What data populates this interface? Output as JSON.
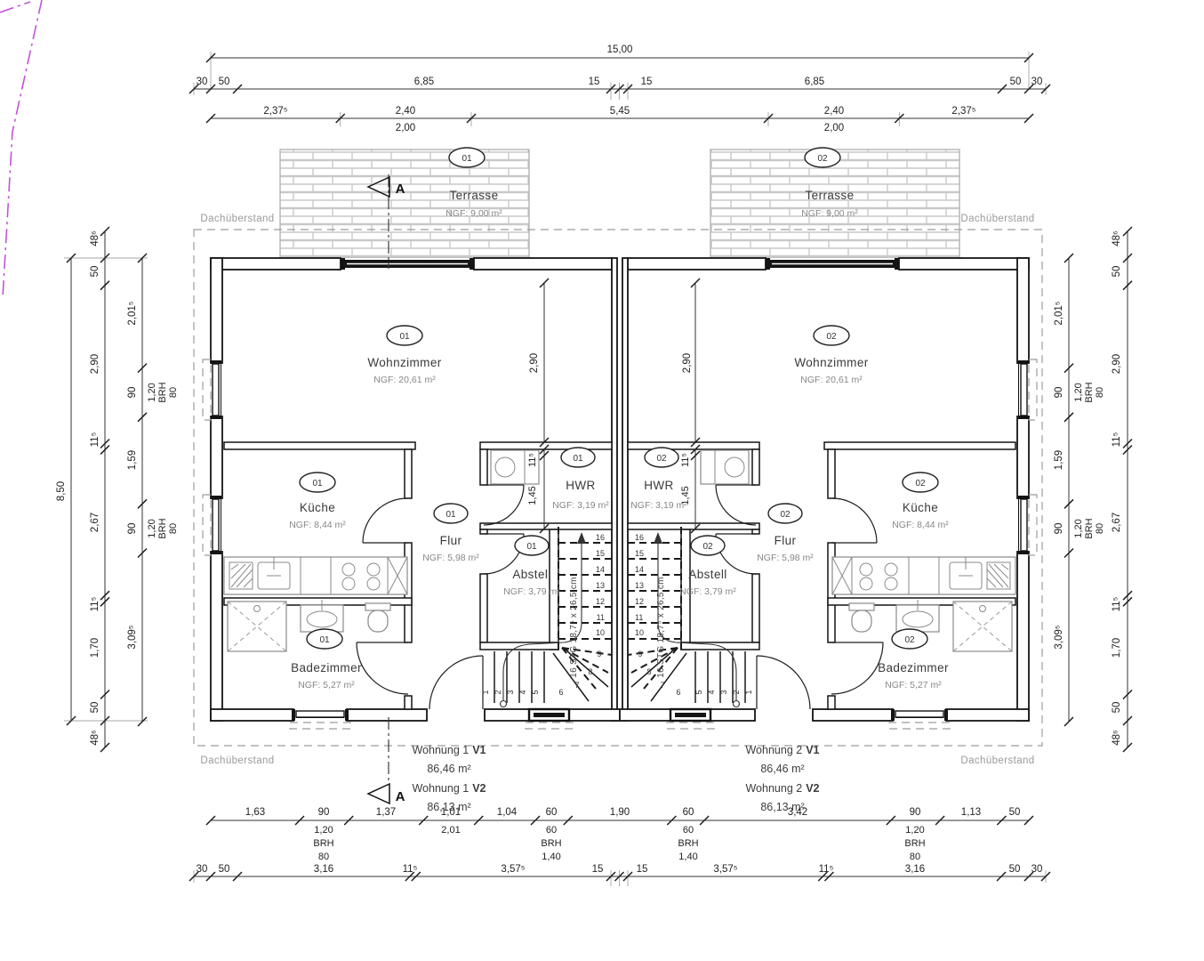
{
  "drawing": {
    "section_label": "A",
    "roof_overhang": "Dachüberstand",
    "stair_note": "16 STG 18,7⁵ x 26,5 cm"
  },
  "dims": {
    "top": {
      "total": "15,00",
      "row2": [
        "30",
        "50",
        "6,85",
        "15",
        "15",
        "6,85",
        "50",
        "30"
      ],
      "row3": [
        "2,37⁵",
        "2,40",
        "5,45",
        "2,40",
        "2,37⁵"
      ],
      "row3_sub": [
        "2,00",
        "2,00"
      ]
    },
    "left": {
      "total": "8,50",
      "outer": [
        "48⁶",
        "50",
        "2,90",
        "11⁵",
        "2,67",
        "11⁵",
        "1,70",
        "50",
        "48⁶"
      ],
      "inner": [
        "2,01⁵",
        "90",
        "1,59",
        "90",
        "3,09⁵"
      ],
      "window1": [
        "1,20",
        "BRH",
        "80"
      ],
      "window2": [
        "1,20",
        "BRH",
        "80"
      ]
    },
    "right": {
      "outer": [
        "48⁶",
        "50",
        "2,90",
        "11⁵",
        "2,67",
        "11⁵",
        "1,70",
        "50",
        "48⁶"
      ],
      "inner": [
        "2,01⁵",
        "90",
        "1,59",
        "90",
        "3,09⁵"
      ],
      "window1": [
        "1,20",
        "BRH",
        "80"
      ],
      "window2": [
        "1,20",
        "BRH",
        "80"
      ]
    },
    "bottom": {
      "row1": [
        "1,63",
        "90",
        "1,37",
        "1,01",
        "1,04",
        "60",
        "1,90",
        "60",
        "3,42",
        "90",
        "1,13",
        "50"
      ],
      "row1_sub": [
        "1,20",
        "BRH",
        "80",
        "2,01",
        "60",
        "BRH",
        "1,40",
        "60",
        "BRH",
        "1,40",
        "1,20",
        "BRH",
        "80"
      ],
      "row2": [
        "30",
        "50",
        "3,16",
        "11⁵",
        "3,57⁵",
        "15",
        "15",
        "3,57⁵",
        "11⁵",
        "3,16",
        "50",
        "30"
      ]
    },
    "interior": {
      "living_depth": "2,90",
      "wall": "11⁵",
      "hwr_depth": "1,45"
    }
  },
  "stairs": {
    "upper": [
      "16",
      "15",
      "14",
      "13",
      "12",
      "11",
      "10"
    ],
    "winder": [
      "9",
      "8",
      "7",
      "6"
    ],
    "lower": [
      "1",
      "2",
      "3",
      "4",
      "5"
    ]
  },
  "units": [
    {
      "badge": "01",
      "apt_name": "Wohnung 1",
      "variants": [
        {
          "code": "V1",
          "area": "86,46 m²"
        },
        {
          "code": "V2",
          "area": "86,13 m²"
        }
      ],
      "rooms": {
        "terrasse": {
          "name": "Terrasse",
          "area": "NGF: 9,00 m²"
        },
        "wohnzimmer": {
          "name": "Wohnzimmer",
          "area": "NGF: 20,61 m²"
        },
        "kueche": {
          "name": "Küche",
          "area": "NGF: 8,44 m²"
        },
        "flur": {
          "name": "Flur",
          "area": "NGF: 5,98 m²"
        },
        "hwr": {
          "name": "HWR",
          "area": "NGF: 3,19 m²"
        },
        "abstell": {
          "name": "Abstell",
          "area": "NGF: 3,79 m²"
        },
        "bad": {
          "name": "Badezimmer",
          "area": "NGF: 5,27 m²"
        }
      }
    },
    {
      "badge": "02",
      "apt_name": "Wohnung 2",
      "variants": [
        {
          "code": "V1",
          "area": "86,46 m²"
        },
        {
          "code": "V2",
          "area": "86,13 m²"
        }
      ],
      "rooms": {
        "terrasse": {
          "name": "Terrasse",
          "area": "NGF: 9,00 m²"
        },
        "wohnzimmer": {
          "name": "Wohnzimmer",
          "area": "NGF: 20,61 m²"
        },
        "kueche": {
          "name": "Küche",
          "area": "NGF: 8,44 m²"
        },
        "flur": {
          "name": "Flur",
          "area": "NGF: 5,98 m²"
        },
        "hwr": {
          "name": "HWR",
          "area": "NGF: 3,19 m²"
        },
        "abstell": {
          "name": "Abstell",
          "area": "NGF: 3,79 m²"
        },
        "bad": {
          "name": "Badezimmer",
          "area": "NGF: 5,27 m²"
        }
      }
    }
  ]
}
